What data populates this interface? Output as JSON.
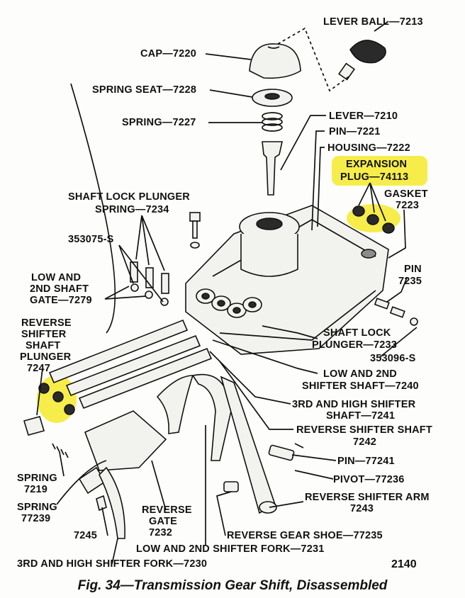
{
  "figure": {
    "caption": "Fig. 34—Transmission Gear Shift, Disassembled",
    "number": "2140"
  },
  "labels": {
    "lever_ball": "LEVER BALL—7213",
    "cap": "CAP—7220",
    "spring_seat": "SPRING SEAT—7228",
    "spring": "SPRING—7227",
    "lever": "LEVER—7210",
    "pin_7221": "PIN—7221",
    "housing": "HOUSING—7222",
    "expansion_plug_1": "EXPANSION",
    "expansion_plug_2": "PLUG—74113",
    "gasket_1": "GASKET",
    "gasket_2": "7223",
    "shaft_lock_spring_1": "SHAFT LOCK PLUNGER",
    "shaft_lock_spring_2": "SPRING—7234",
    "part_353075": "353075-S",
    "low_2nd_gate_1": "LOW AND",
    "low_2nd_gate_2": "2ND SHAFT",
    "low_2nd_gate_3": "GATE—7279",
    "pin_7235_1": "PIN",
    "pin_7235_2": "7235",
    "reverse_plunger_1": "REVERSE",
    "reverse_plunger_2": "SHIFTER",
    "reverse_plunger_3": "SHAFT",
    "reverse_plunger_4": "PLUNGER",
    "reverse_plunger_5": "7247",
    "shaft_lock_plunger_1": "SHAFT LOCK",
    "shaft_lock_plunger_2": "PLUNGER—7233",
    "part_353096": "353096-S",
    "low_2nd_shaft_1": "LOW AND 2ND",
    "low_2nd_shaft_2": "SHIFTER SHAFT—7240",
    "third_high_shaft_1": "3RD AND HIGH SHIFTER",
    "third_high_shaft_2": "SHAFT—7241",
    "reverse_shaft_1": "REVERSE SHIFTER SHAFT",
    "reverse_shaft_2": "7242",
    "pin_77241": "PIN—77241",
    "pivot": "PIVOT—77236",
    "spring_7219_1": "SPRING",
    "spring_7219_2": "7219",
    "spring_77239_1": "SPRING",
    "spring_77239_2": "77239",
    "reverse_arm_1": "REVERSE SHIFTER ARM",
    "reverse_arm_2": "7243",
    "reverse_gate_1": "REVERSE",
    "reverse_gate_2": "GATE",
    "reverse_gate_3": "7232",
    "part_7245": "7245",
    "reverse_shoe": "REVERSE GEAR SHOE—77235",
    "low_2nd_fork": "LOW AND 2ND SHIFTER FORK—7231",
    "third_high_fork": "3RD AND HIGH SHIFTER FORK—7230"
  },
  "highlight_color": "#f4ea2a"
}
